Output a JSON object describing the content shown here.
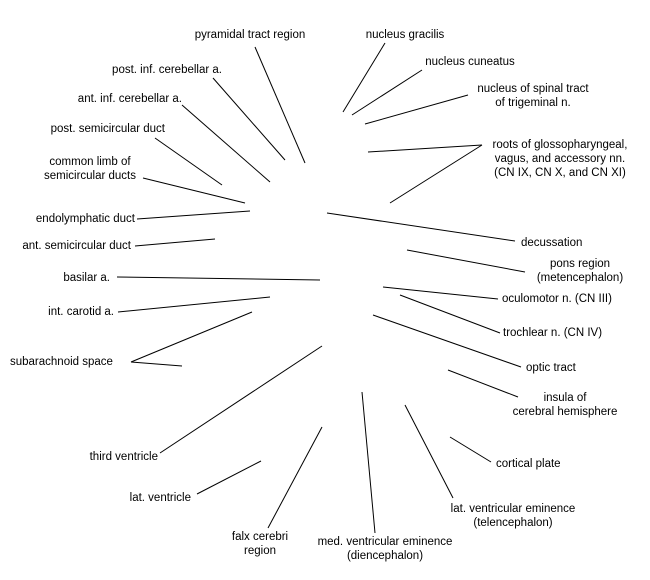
{
  "diagram": {
    "labels": [
      {
        "id": "pyramidal",
        "text": "pyramidal tract region"
      },
      {
        "id": "gracilis",
        "text": "nucleus gracilis"
      },
      {
        "id": "post-inf-cerebellar",
        "text": "post. inf. cerebellar a."
      },
      {
        "id": "cuneatus",
        "text": "nucleus cuneatus"
      },
      {
        "id": "ant-inf-cerebellar",
        "text": "ant. inf. cerebellar a."
      },
      {
        "id": "spinal-trigeminal",
        "text": "nucleus of spinal tract\nof trigeminal n."
      },
      {
        "id": "post-semicircular",
        "text": "post. semicircular duct"
      },
      {
        "id": "glossopharyngeal-roots",
        "text": "roots of glossopharyngeal,\nvagus, and accessory nn.\n(CN IX, CN X, and CN XI)"
      },
      {
        "id": "common-limb",
        "text": "common limb of\nsemicircular ducts"
      },
      {
        "id": "endolymphatic",
        "text": "endolymphatic duct"
      },
      {
        "id": "ant-semicircular",
        "text": "ant. semicircular duct"
      },
      {
        "id": "decussation",
        "text": "decussation"
      },
      {
        "id": "pons",
        "text": "pons region\n(metencephalon)"
      },
      {
        "id": "basilar",
        "text": "basilar a."
      },
      {
        "id": "oculomotor",
        "text": "oculomotor n. (CN III)"
      },
      {
        "id": "int-carotid",
        "text": "int. carotid a."
      },
      {
        "id": "trochlear",
        "text": "trochlear n. (CN IV)"
      },
      {
        "id": "subarachnoid",
        "text": "subarachnoid space"
      },
      {
        "id": "optic-tract",
        "text": "optic tract"
      },
      {
        "id": "insula",
        "text": "insula of\ncerebral hemisphere"
      },
      {
        "id": "third-ventricle",
        "text": "third ventricle"
      },
      {
        "id": "cortical-plate",
        "text": "cortical plate"
      },
      {
        "id": "lat-ventricle",
        "text": "lat. ventricle"
      },
      {
        "id": "lat-ventricular-eminence",
        "text": "lat. ventricular eminence\n(telencephalon)"
      },
      {
        "id": "falx-cerebri",
        "text": "falx cerebri\nregion"
      },
      {
        "id": "med-ventricular-eminence",
        "text": "med. ventricular eminence\n(diencephalon)"
      }
    ]
  }
}
